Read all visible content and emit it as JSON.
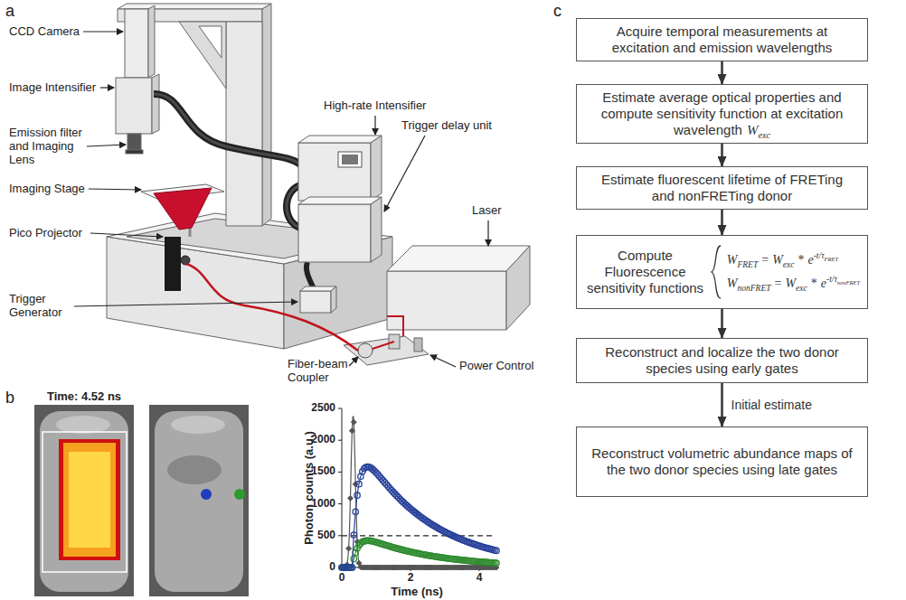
{
  "diagram": {
    "nodes": [
      {
        "text": [
          "Acquire temporal measurements at excitation and emission wavelengths"
        ]
      },
      {
        "text": [
          "Estimate average optical properties and compute sensitivity function at excitation wavelength",
          "W",
          "exc"
        ]
      },
      {
        "text": [
          "Estimate fluorescent lifetime of FRETing and nonFRETing donor"
        ]
      },
      {
        "text": [
          "Compute Fluorescence sensitivity functions",
          "W",
          "FRET",
          "=",
          "W",
          "exc",
          "*",
          "e",
          "-t/τ",
          "FRET",
          "W",
          "nonFRET",
          "=",
          "W",
          "exc",
          "*",
          "e",
          "-t/τ",
          "nonFRET"
        ]
      },
      {
        "text": [
          "Reconstruct and localize the two donor species using early gates"
        ]
      },
      {
        "text": [
          "Reconstruct volumetric abundance maps of the two donor species using late gates"
        ]
      }
    ],
    "edges": [
      {
        "from": 0,
        "to": 1,
        "arrow": "to"
      },
      {
        "from": 1,
        "to": 2,
        "arrow": "to"
      },
      {
        "from": 2,
        "to": 3,
        "arrow": "to"
      },
      {
        "from": 3,
        "to": 4,
        "arrow": "to"
      },
      {
        "from": 4,
        "to": 5,
        "label": "Initial estimate",
        "arrow": "to"
      }
    ],
    "labels": [
      "a",
      "CCD Camera",
      "Image Intensifier",
      "Emission filter and Imaging Lens",
      "Imaging Stage",
      "Pico Projector",
      "Trigger Generator",
      "High-rate Intensifier",
      "Trigger delay unit",
      "Laser",
      "Fiber-beam Coupler",
      "Power Control",
      "b",
      "Time: 4.52 ns",
      "Photon counts (a.u.)",
      "Time (ns)",
      "2500",
      "2000",
      "1500",
      "1000",
      "500",
      "0",
      "0",
      "2",
      "4",
      "c"
    ]
  }
}
